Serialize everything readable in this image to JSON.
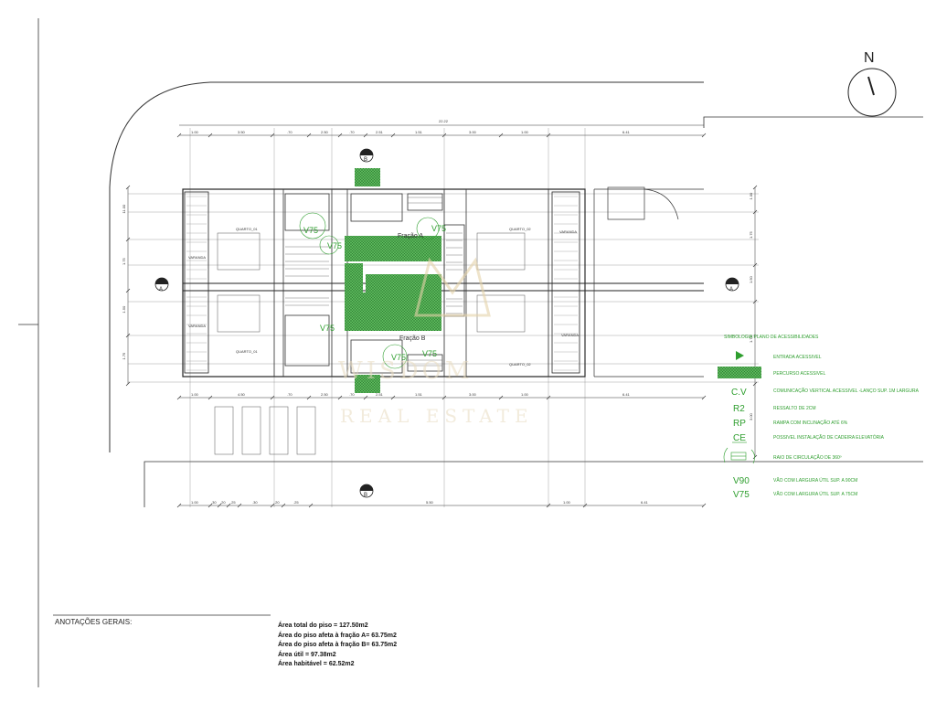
{
  "compass": {
    "label": "N"
  },
  "overall_dimension": "22.22",
  "top_dimensions": [
    "1.00",
    "3.50",
    ".70",
    "2.50",
    ".70",
    "2.51",
    "1.51",
    "3.00",
    "1.00",
    "6.41"
  ],
  "mid_dimensions": [
    "1.00",
    "4.50",
    ".70",
    "2.50",
    ".70",
    "2.51",
    "1.51",
    "3.00",
    "1.00",
    "6.41"
  ],
  "bottom_dimensions": [
    "1.00",
    ".30",
    ".20",
    ".25",
    ".30",
    ".20",
    ".25",
    "5.50",
    "1.00",
    "6.41"
  ],
  "left_dimensions": [
    "11.00",
    "1.75",
    "1.50",
    "1.75"
  ],
  "right_dimensions": [
    "1.00",
    "1.75",
    "1.50",
    "1.75",
    "3.00"
  ],
  "section_markers": [
    "A",
    "A",
    "B",
    "B"
  ],
  "fraction_labels": [
    "Fração A",
    "Fração B"
  ],
  "green_labels": [
    "V75",
    "V75",
    "V75",
    "V75",
    "V75",
    "V75"
  ],
  "room_labels": [
    "QUARTO_01",
    "QUARTO_02",
    "QUARTO_01",
    "QUARTO_02",
    "VARANDA",
    "VARANDA",
    "VARANDA",
    "VARANDA"
  ],
  "legend": {
    "title": "SIMBOLOGIA PLANO DE ACESSIBILIDADES",
    "items": [
      {
        "symbol": "▶",
        "text": "ENTRADA  ACESSIVEL"
      },
      {
        "symbol": "",
        "text": "PERCURSO ACESSIVEL"
      },
      {
        "symbol": "C.V",
        "text": "COMUNICAÇÃO VERTICAL ACESSIVEL -LANÇO SUP. 1M LARGURA"
      },
      {
        "symbol": "R2",
        "text": "RESSALTO DE 2CM"
      },
      {
        "symbol": "RP",
        "text": "RAMPA COM INCLINAÇÃO ATÉ 6%"
      },
      {
        "symbol": "CE",
        "text": "POSSIVEL INSTALAÇÃO DE CADEIRA ELEVATÓRIA"
      },
      {
        "symbol": "",
        "text": "RAIO DE CIRCULAÇÃO DE 360º"
      },
      {
        "symbol": "V90",
        "text": "VÃO COM LARGURA ÚTIL SUP. A 90CM"
      },
      {
        "symbol": "V75",
        "text": "VÃO COM LARGURA ÚTIL SUP. A 75CM"
      }
    ]
  },
  "watermark": {
    "line1": "WISDOM",
    "line2": "REAL ESTATE"
  },
  "notes": {
    "title": "ANOTAÇÕES GERAIS:",
    "lines": [
      "Área total do piso = 127.50m2",
      "Área do piso afeta à fração A= 63.75m2",
      "Área do piso afeta à fração B= 63.75m2",
      "Área útil = 97.38m2",
      "Área habitável = 62.52m2"
    ]
  },
  "colors": {
    "accent_green": "#2e9e2e",
    "line": "#333333",
    "watermark": "#e9dcc0"
  }
}
